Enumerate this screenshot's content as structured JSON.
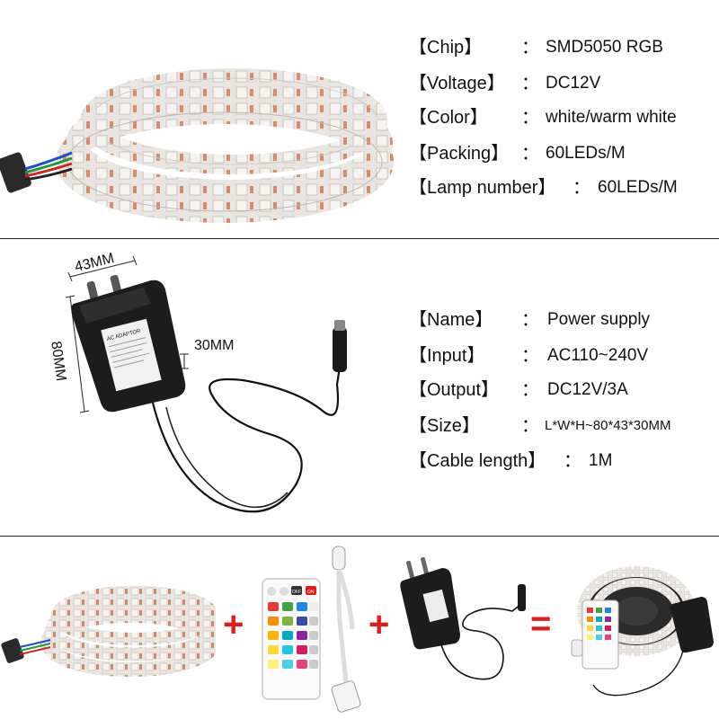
{
  "strip_specs": [
    {
      "label": "【Chip】",
      "value": "SMD5050 RGB"
    },
    {
      "label": "【Voltage】",
      "value": "DC12V"
    },
    {
      "label": "【Color】",
      "value": "white/warm white"
    },
    {
      "label": "【Packing】",
      "value": "60LEDs/M"
    },
    {
      "label": "【Lamp number】",
      "value": "60LEDs/M"
    }
  ],
  "power_specs": [
    {
      "label": "【Name】",
      "value": "Power supply"
    },
    {
      "label": "【Input】",
      "value": "AC110~240V"
    },
    {
      "label": "【Output】",
      "value": "DC12V/3A"
    },
    {
      "label": "【Size】",
      "value": "L*W*H~80*43*30MM"
    },
    {
      "label": "【Cable length】",
      "value": "1M"
    }
  ],
  "colon": "：",
  "adapter_dims": {
    "width": "43MM",
    "height": "80MM",
    "depth": "30MM"
  },
  "adapter_label": "AC ADAPTOR",
  "kit_operators": {
    "plus_1": "+",
    "plus_2": "+",
    "equals": "="
  },
  "remote_buttons": {
    "on": "ON",
    "off": "OFF"
  },
  "colors": {
    "accent_red": "#e21a1a",
    "strip_body": "#e6e3de",
    "led_chip": "#f4f1ec",
    "resistor": "#d98a68",
    "adapter_black": "#1c1c1c"
  }
}
